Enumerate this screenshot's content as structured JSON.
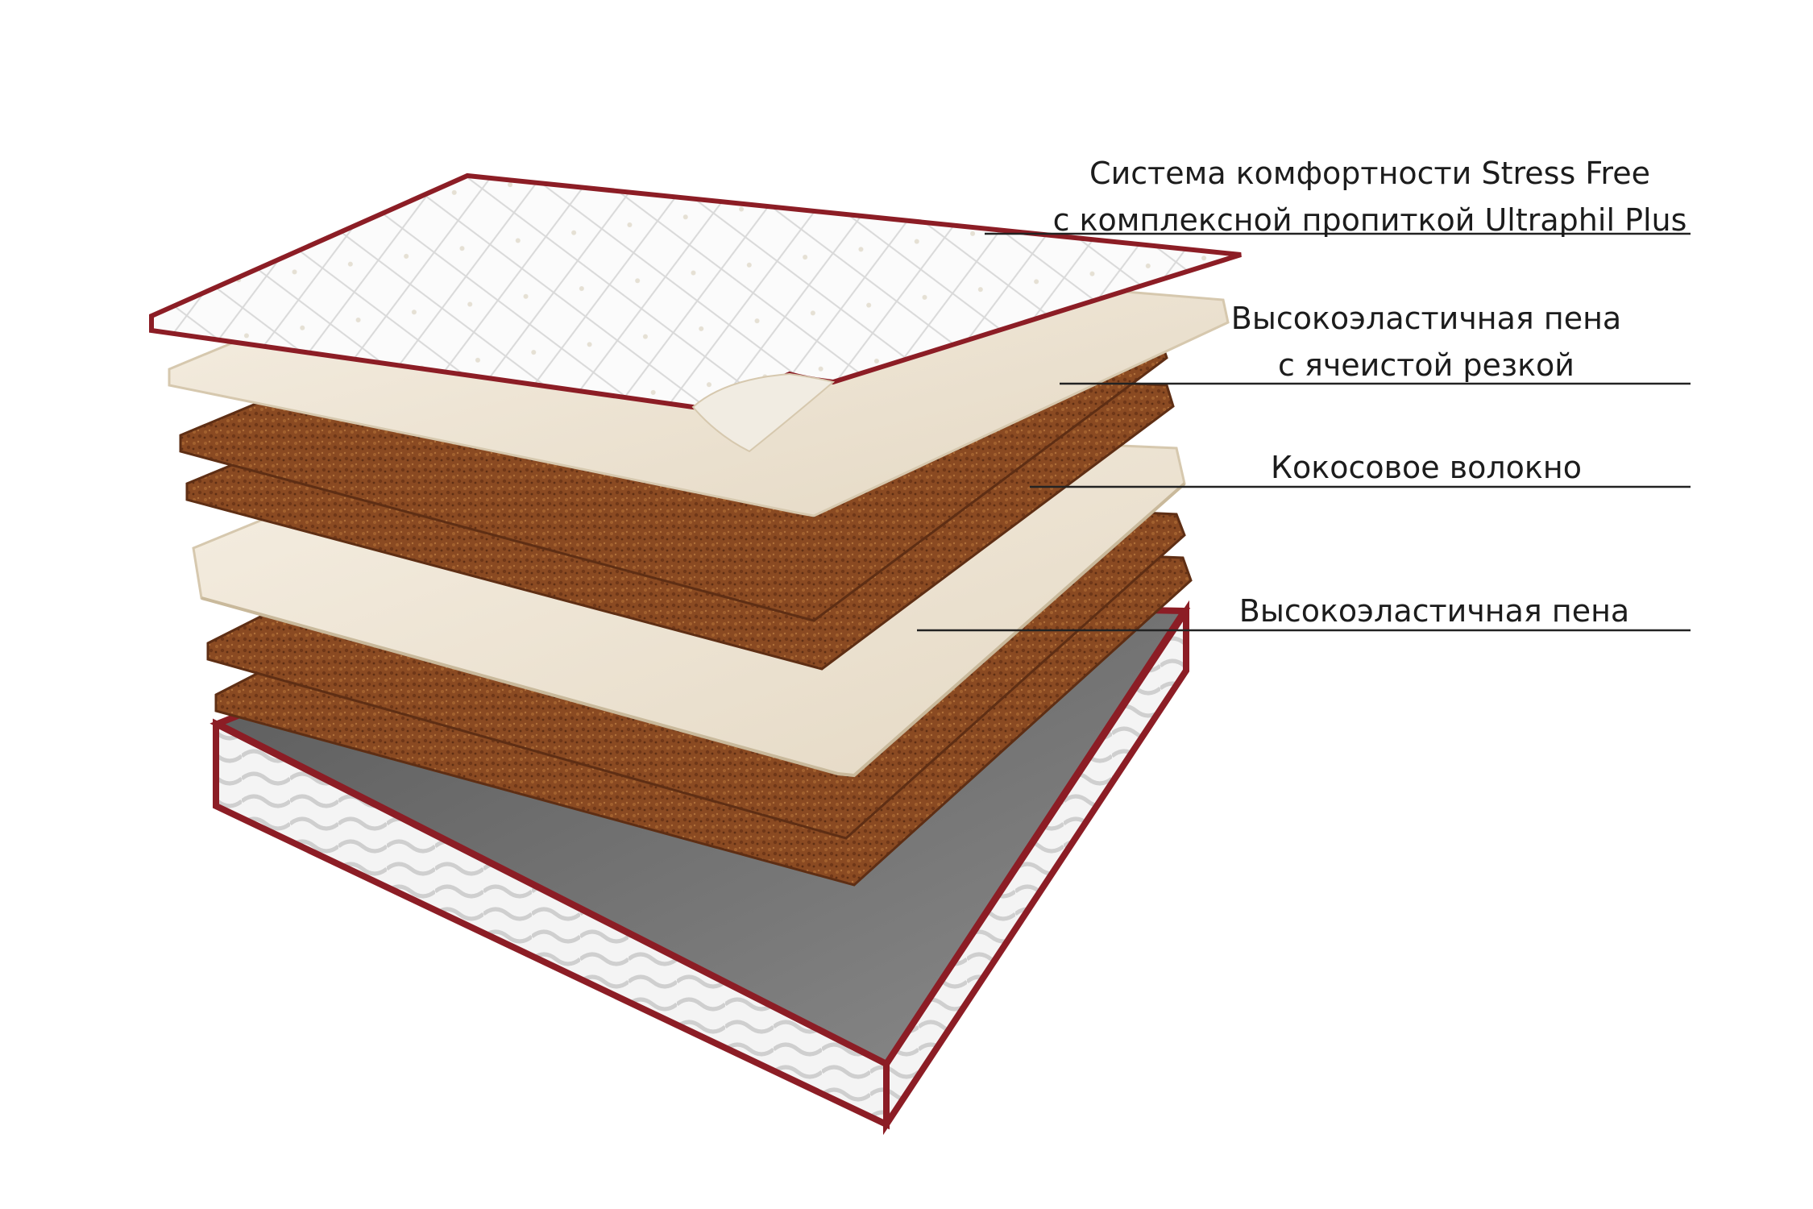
{
  "callouts": [
    {
      "id": "cover",
      "lines": [
        "Система комфортности Stress Free",
        "с комплексной пропиткой Ultraphil Plus"
      ]
    },
    {
      "id": "foam-cell",
      "lines": [
        "Высокоэластичная пена",
        "с ячеистой резкой"
      ]
    },
    {
      "id": "coir",
      "lines": [
        "Кокосовое волокно"
      ]
    },
    {
      "id": "foam",
      "lines": [
        "Высокоэластичная пена"
      ]
    }
  ],
  "colors": {
    "background": "#ffffff",
    "text": "#1c1c1c",
    "leader_line": "#222222",
    "piping": "#8c1d25",
    "coir": "#8a4a22",
    "foam": "#efe6d6",
    "fabric": "#f7f7f7"
  }
}
